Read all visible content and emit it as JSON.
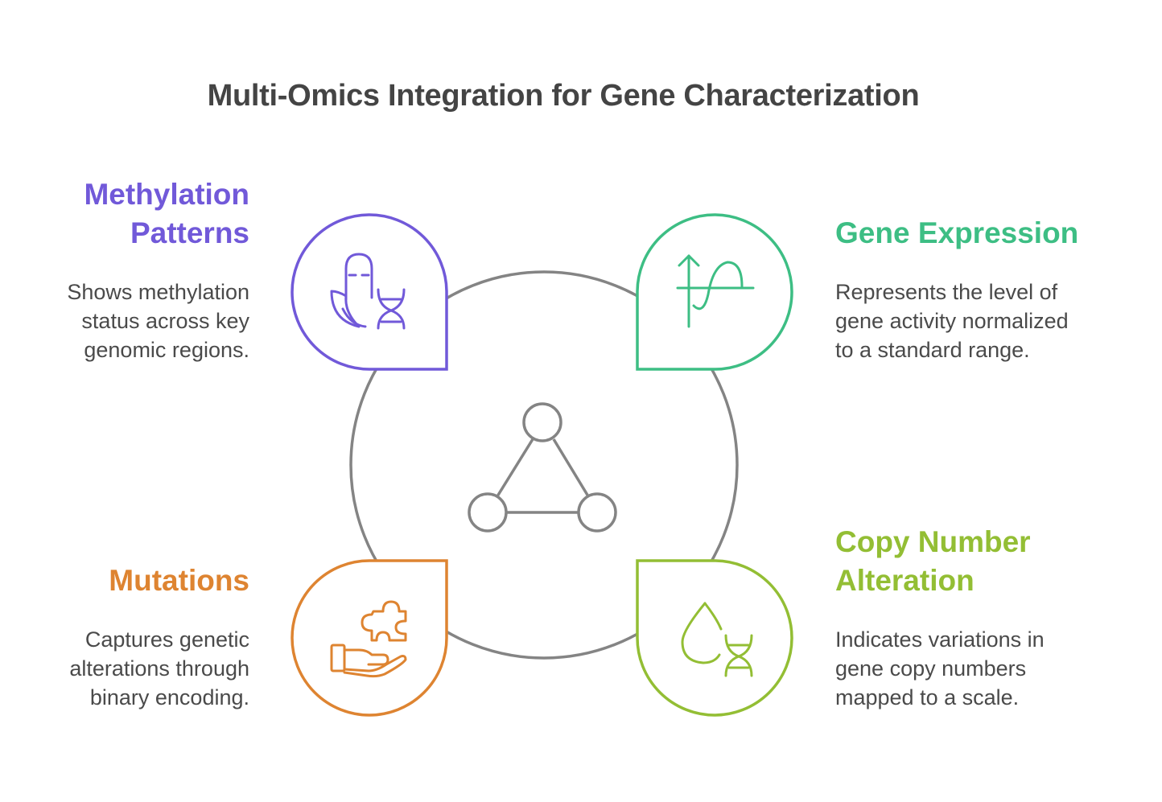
{
  "title": "Multi-Omics Integration for Gene Characterization",
  "colors": {
    "methylation": "#7159D9",
    "expression": "#3DBE84",
    "mutations": "#DE8431",
    "copy_number": "#93BE34",
    "neutral": "#848484",
    "text": "#4a4a4a"
  },
  "items": [
    {
      "key": "methylation",
      "heading_lines": [
        "Methylation",
        "Patterns"
      ],
      "desc_lines": [
        "Shows methylation",
        "status across key",
        "genomic regions."
      ],
      "icon": "corn-dna-icon"
    },
    {
      "key": "expression",
      "heading_lines": [
        "Gene Expression"
      ],
      "desc_lines": [
        "Represents the level of",
        "gene activity normalized",
        "to a standard range."
      ],
      "icon": "signal-wave-icon"
    },
    {
      "key": "mutations",
      "heading_lines": [
        "Mutations"
      ],
      "desc_lines": [
        "Captures genetic",
        "alterations through",
        "binary encoding."
      ],
      "icon": "hand-puzzle-icon"
    },
    {
      "key": "copy_number",
      "heading_lines": [
        "Copy Number",
        "Alteration"
      ],
      "desc_lines": [
        "Indicates variations in",
        "gene copy numbers",
        "mapped to a scale."
      ],
      "icon": "drop-dna-icon"
    }
  ],
  "center_icon": "network-triangle-icon"
}
